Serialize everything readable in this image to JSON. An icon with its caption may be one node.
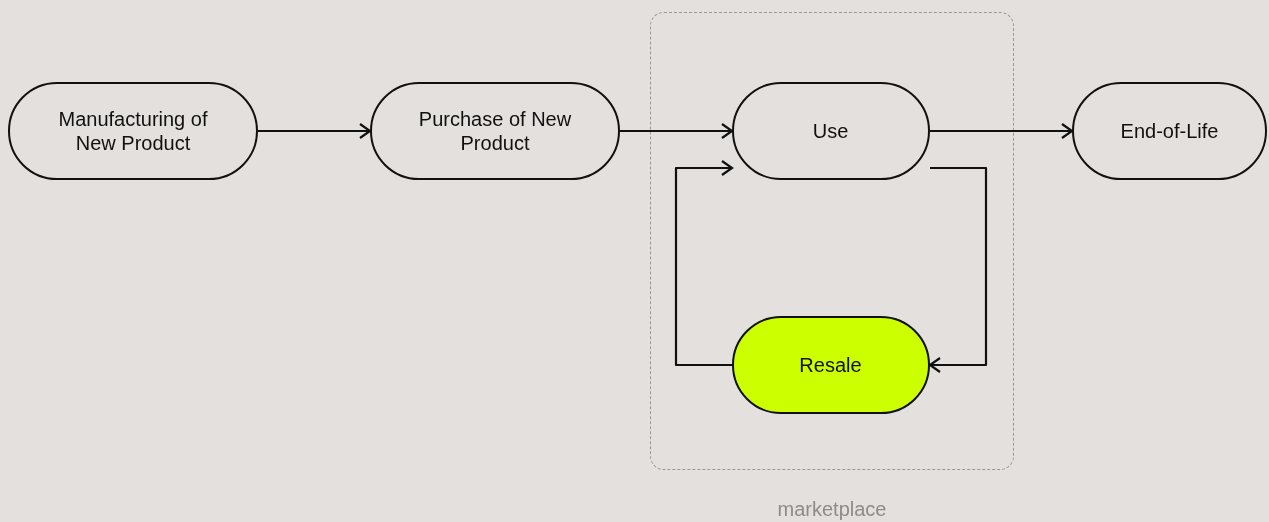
{
  "diagram": {
    "nodes": [
      {
        "text": [
          "Manufacturing of New Product"
        ]
      },
      {
        "text": [
          "Purchase of New Product"
        ]
      },
      {
        "text": [
          "marketplace"
        ]
      },
      {
        "text": [
          "Use"
        ],
        "in": 2
      },
      {
        "text": [
          "End-of-Life"
        ]
      },
      {
        "text": [
          "Resale"
        ],
        "in": 2
      }
    ],
    "edges": [
      {
        "from": 0,
        "to": 1,
        "arrow": "to"
      },
      {
        "from": 1,
        "to": 3,
        "arrow": "to"
      },
      {
        "from": 3,
        "to": 4,
        "arrow": "to"
      },
      {
        "from": 3,
        "to": 5,
        "arrow": "to"
      },
      {
        "from": 5,
        "to": 3,
        "arrow": "to"
      }
    ]
  }
}
